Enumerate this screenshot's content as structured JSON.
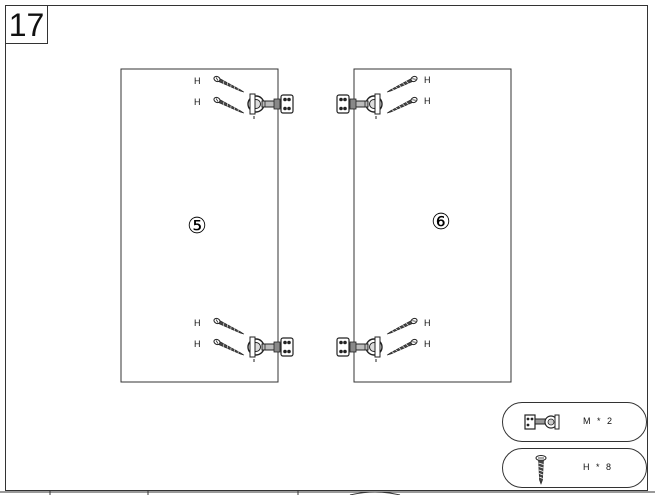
{
  "step": {
    "number": "17"
  },
  "panels": [
    {
      "label": "⑤"
    },
    {
      "label": "⑥"
    }
  ],
  "screw_label": "H",
  "legend": [
    {
      "part": "hinge-icon",
      "quantity": "M * 2"
    },
    {
      "part": "screw-icon",
      "quantity": "H * 8"
    }
  ],
  "colors": {
    "line": "#333333",
    "paper": "#ffffff"
  }
}
